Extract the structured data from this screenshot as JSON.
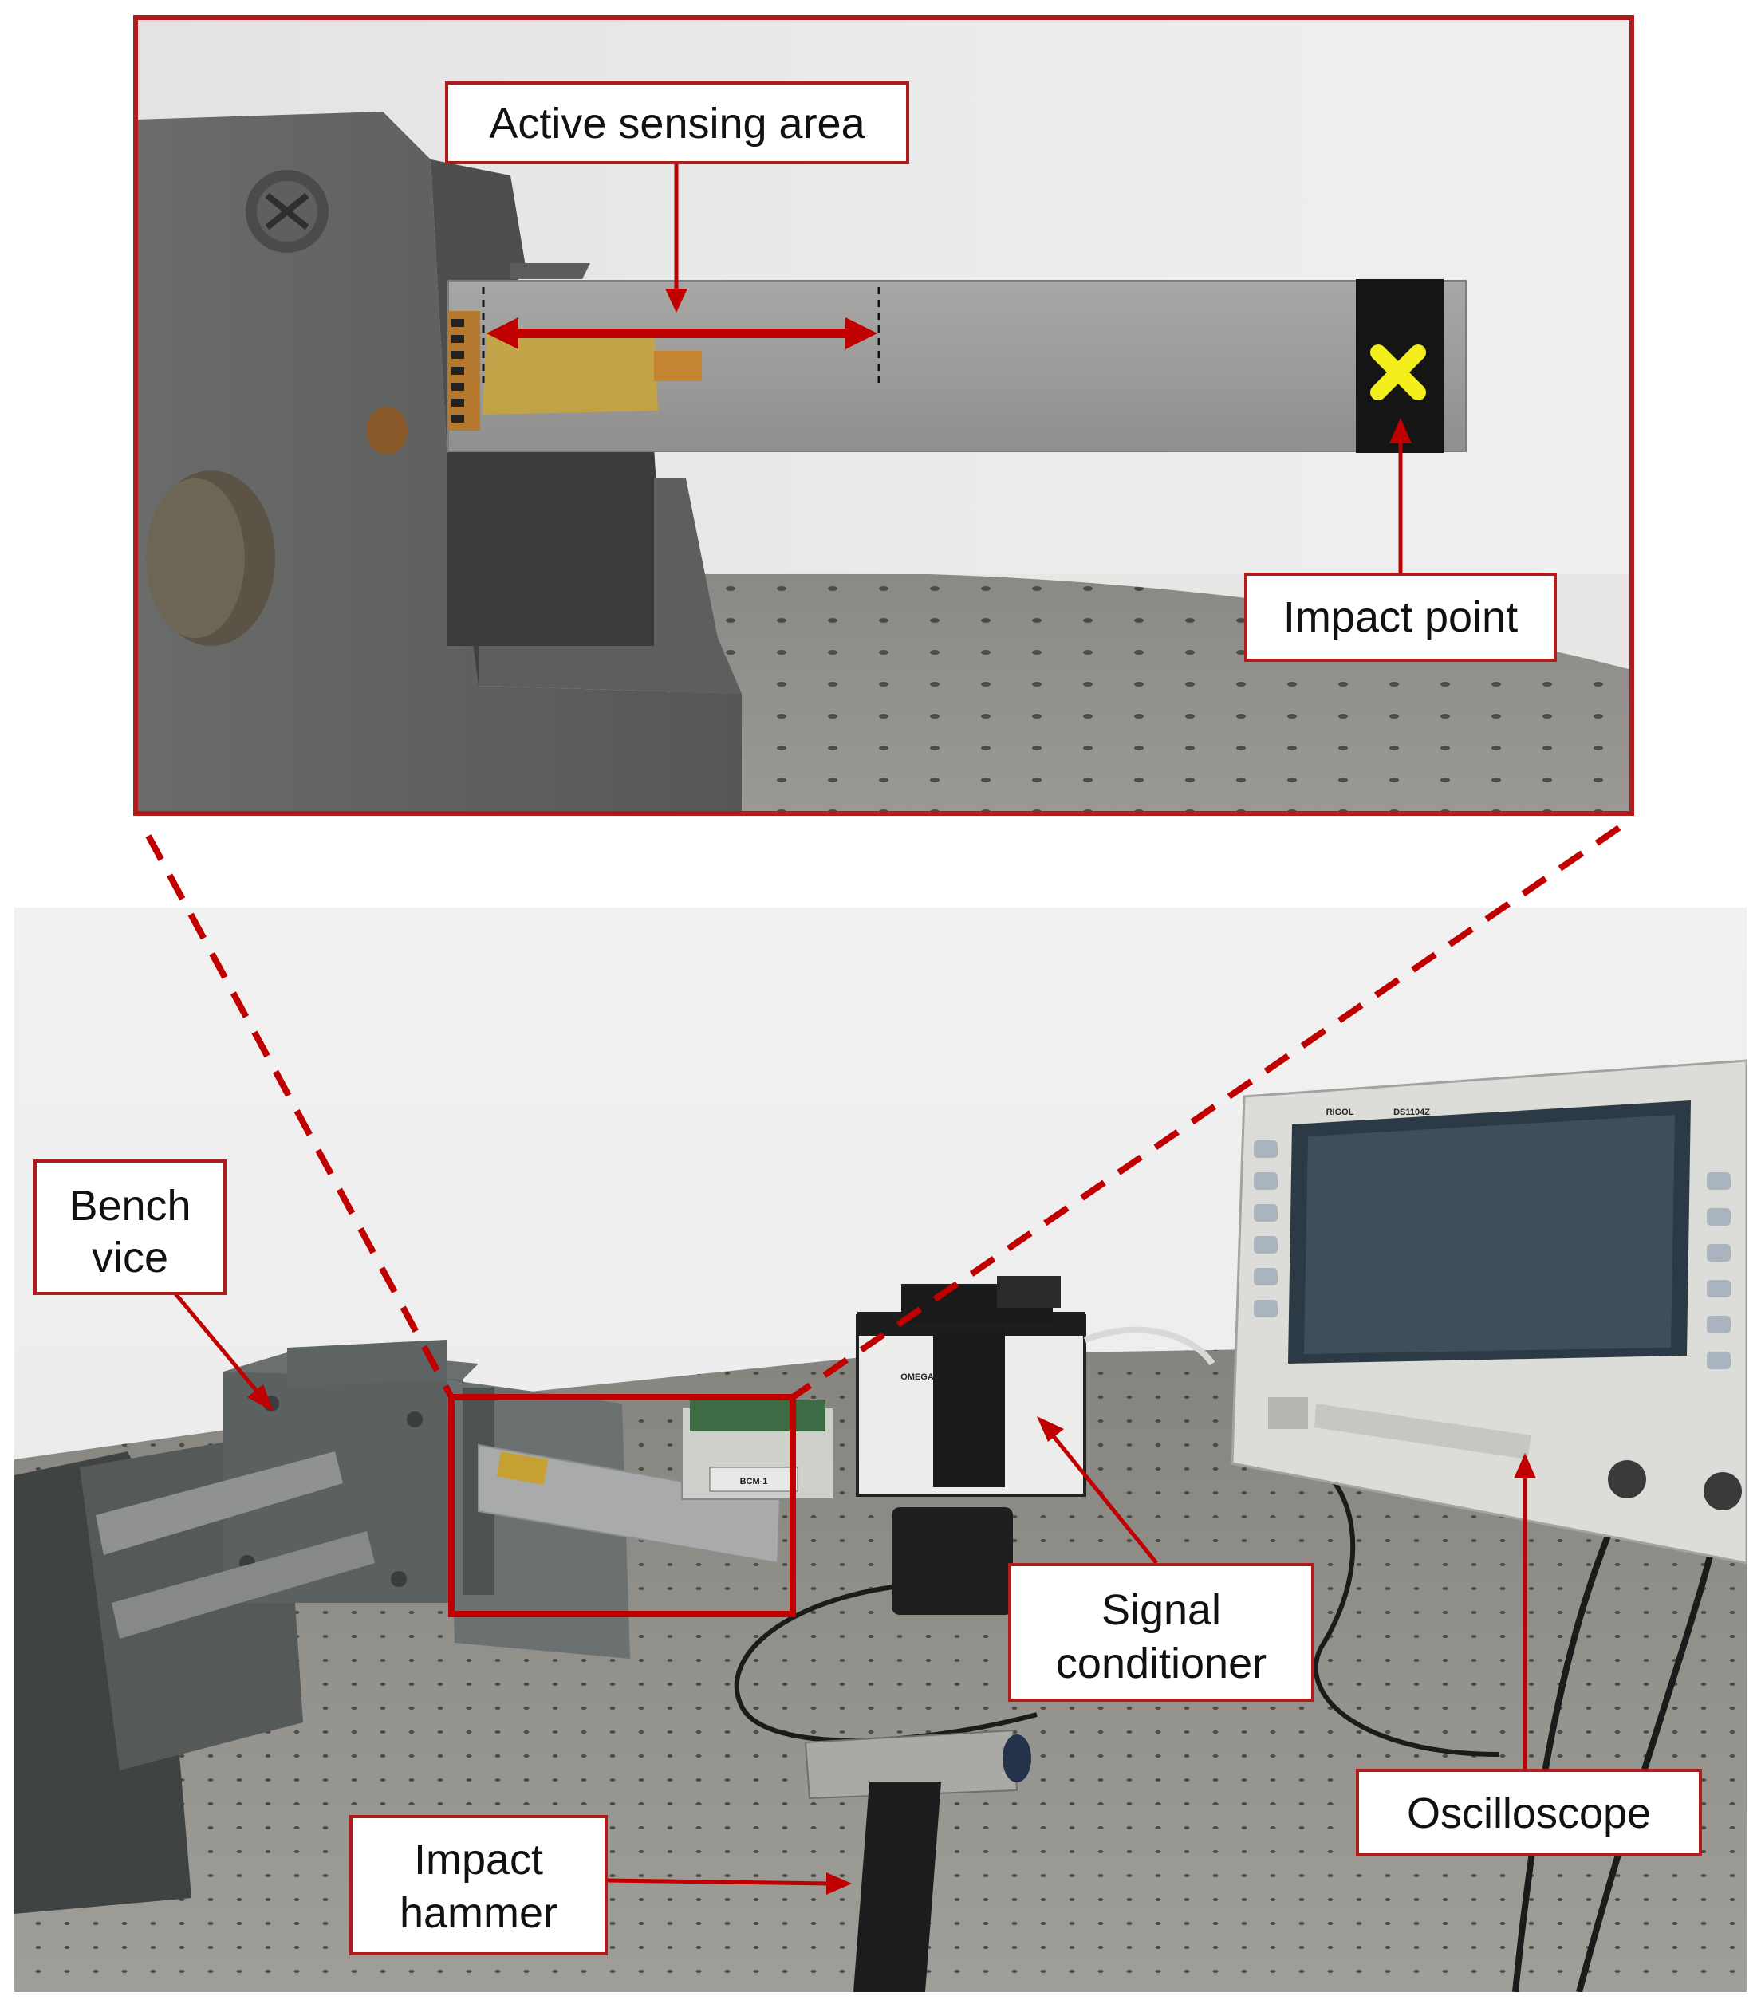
{
  "figure": {
    "colors": {
      "accent_red": "#c00000",
      "label_border": "#b01c1c",
      "impact_mark": "#f4ee1c"
    },
    "labels": {
      "active_sensing_area": "Active sensing area",
      "impact_point": "Impact point",
      "bench_vice_line1": "Bench",
      "bench_vice_line2": "vice",
      "signal_conditioner_line1": "Signal",
      "signal_conditioner_line2": "conditioner",
      "oscilloscope": "Oscilloscope",
      "impact_hammer_line1": "Impact",
      "impact_hammer_line2": "hammer"
    },
    "device_text": {
      "scope_brand": "RIGOL",
      "scope_model": "DS1104Z",
      "bcm_label": "BCM-1",
      "conditioner_brand": "OMEGA"
    },
    "icons": {
      "impact_mark": "x-mark-icon"
    }
  }
}
